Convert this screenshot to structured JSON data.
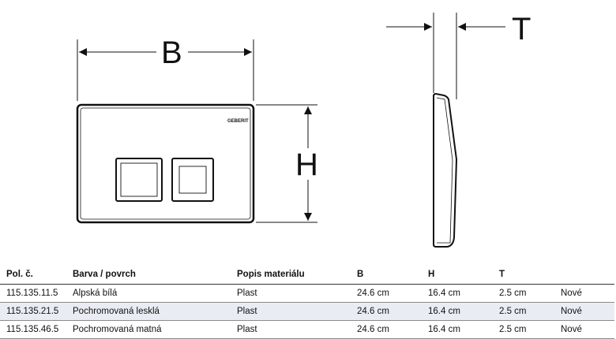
{
  "dimensions": {
    "width_label": "B",
    "height_label": "H",
    "depth_label": "T"
  },
  "brand_mark": "GEBERIT",
  "table": {
    "headers": [
      "Pol. č.",
      "Barva / povrch",
      "Popis materiálu",
      "B",
      "H",
      "T",
      ""
    ],
    "rows": [
      [
        "115.135.11.5",
        "Alpská bílá",
        "Plast",
        "24.6 cm",
        "16.4 cm",
        "2.5 cm",
        "Nové"
      ],
      [
        "115.135.21.5",
        "Pochromovaná lesklá",
        "Plast",
        "24.6 cm",
        "16.4 cm",
        "2.5 cm",
        "Nové"
      ],
      [
        "115.135.46.5",
        "Pochromovaná matná",
        "Plast",
        "24.6 cm",
        "16.4 cm",
        "2.5 cm",
        "Nové"
      ]
    ]
  },
  "colors": {
    "line": "#111111",
    "row_highlight": "#e9edf3"
  }
}
